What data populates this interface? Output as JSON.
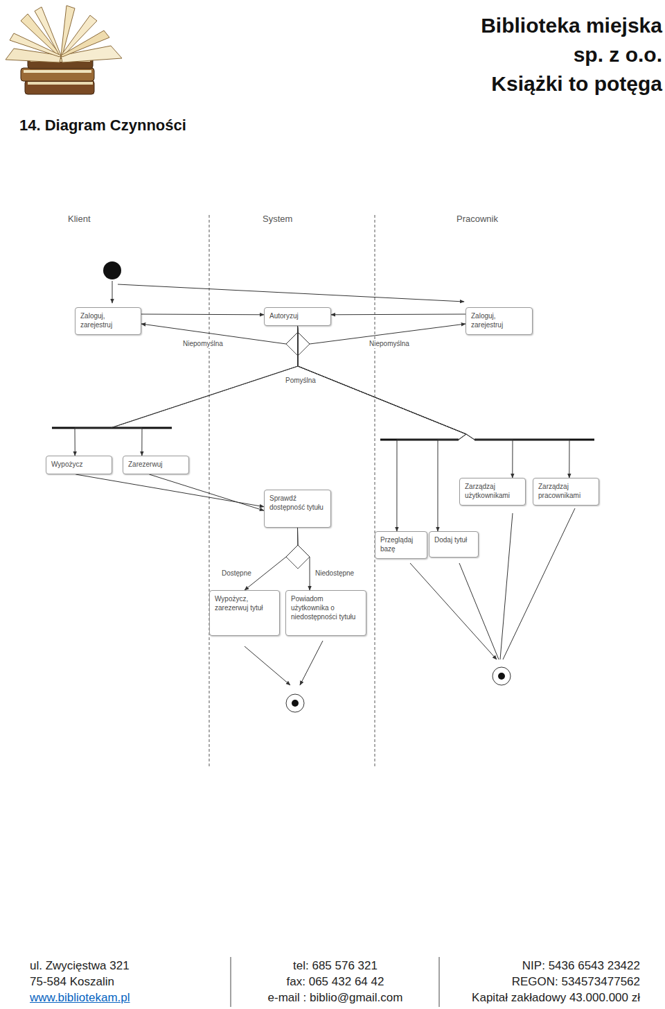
{
  "diagram": {
    "title": "14. Diagram Czynności",
    "nodes": [
      {
        "text": [
          "Zaloguj, zarejestruj"
        ]
      },
      {
        "text": [
          "Autoryzuj"
        ]
      },
      {
        "text": [
          "Zaloguj, zarejestruj"
        ]
      },
      {
        "text": [
          "Wypożycz"
        ]
      },
      {
        "text": [
          "Zarezerwuj"
        ]
      },
      {
        "text": [
          "Sprawdź dostępność tytułu"
        ]
      },
      {
        "text": [
          "Zarządzaj użytkownikami"
        ]
      },
      {
        "text": [
          "Zarządzaj pracownikami"
        ]
      },
      {
        "text": [
          "Przeglądaj bazę"
        ]
      },
      {
        "text": [
          "Dodaj tytuł"
        ]
      },
      {
        "text": [
          "Wypożycz, zarezerwuj tytuł"
        ]
      },
      {
        "text": [
          "Powiadom użytkownika o niedostępności tytułu"
        ]
      }
    ],
    "edges": [
      {
        "from": 0,
        "to": 1,
        "arrow": "to"
      },
      {
        "from": 2,
        "to": 1,
        "arrow": "to"
      },
      {
        "from": 1,
        "to": 0,
        "label": "Niepomyślna",
        "arrow": "to"
      },
      {
        "from": 1,
        "to": 2,
        "label": "Niepomyślna",
        "arrow": "to"
      },
      {
        "from": 1,
        "to": 3,
        "label": "Pomyślna",
        "arrow": "to"
      },
      {
        "from": 1,
        "to": 4,
        "arrow": "to"
      },
      {
        "from": 1,
        "to": 8,
        "arrow": "to"
      },
      {
        "from": 1,
        "to": 9,
        "arrow": "to"
      },
      {
        "from": 1,
        "to": 6,
        "arrow": "to"
      },
      {
        "from": 1,
        "to": 7,
        "arrow": "to"
      },
      {
        "from": 3,
        "to": 5,
        "arrow": "to"
      },
      {
        "from": 4,
        "to": 5,
        "arrow": "to"
      },
      {
        "from": 5,
        "to": 10,
        "label": "Dostępne",
        "arrow": "to"
      },
      {
        "from": 5,
        "to": 11,
        "label": "Niedostępne",
        "arrow": "to"
      }
    ],
    "labels": [
      "Biblioteka miejska",
      "sp. z o.o.",
      "Książki to potęga",
      "Klient",
      "System",
      "Pracownik",
      "ul. Zwycięstwa 321",
      "75-584 Koszalin",
      "www.bibliotekam.pl",
      "tel: 685 576 321",
      "fax: 065 432 64 42",
      "e-mail : biblio@gmail.com",
      "NIP: 5436 6543 23422",
      "REGON: 534573477562",
      "Kapitał zakładowy 43.000.000 zł"
    ]
  }
}
